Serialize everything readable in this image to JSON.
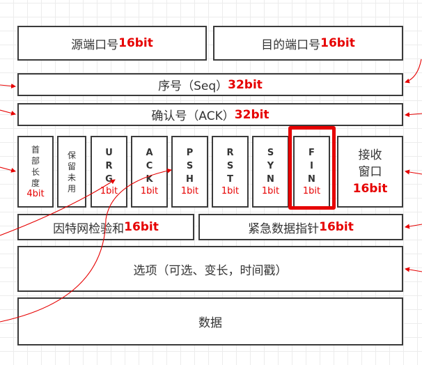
{
  "rows": {
    "src_port": {
      "text": "源端口号",
      "bits": "16bit"
    },
    "dst_port": {
      "text": "目的端口号",
      "bits": "16bit"
    },
    "seq": {
      "text": "序号（Seq）",
      "bits": "32bit"
    },
    "ack": {
      "text": "确认号（ACK）",
      "bits": "32bit"
    },
    "header_len": {
      "chars": [
        "首",
        "部",
        "长",
        "度"
      ],
      "bits": "4bit"
    },
    "reserved": {
      "chars": [
        "保",
        "留",
        "未",
        "用"
      ]
    },
    "flags": [
      {
        "letters": [
          "U",
          "R",
          "G"
        ],
        "bits": "1bit"
      },
      {
        "letters": [
          "A",
          "C",
          "K"
        ],
        "bits": "1bit"
      },
      {
        "letters": [
          "P",
          "S",
          "H"
        ],
        "bits": "1bit"
      },
      {
        "letters": [
          "R",
          "S",
          "T"
        ],
        "bits": "1bit"
      },
      {
        "letters": [
          "S",
          "Y",
          "N"
        ],
        "bits": "1bit"
      },
      {
        "letters": [
          "F",
          "I",
          "N"
        ],
        "bits": "1bit"
      }
    ],
    "window": {
      "line1": "接收",
      "line2": "窗口",
      "bits": "16bit"
    },
    "checksum": {
      "text": "因特网检验和",
      "bits": "16bit"
    },
    "urgent": {
      "text": "紧急数据指针",
      "bits": "16bit"
    },
    "options": {
      "text": "选项（可选、变长，时间戳）"
    },
    "data": {
      "text": "数据"
    }
  },
  "colors": {
    "accent": "#e60000",
    "border": "#3a3a3a",
    "grid": "#ececec",
    "text": "#333333"
  }
}
